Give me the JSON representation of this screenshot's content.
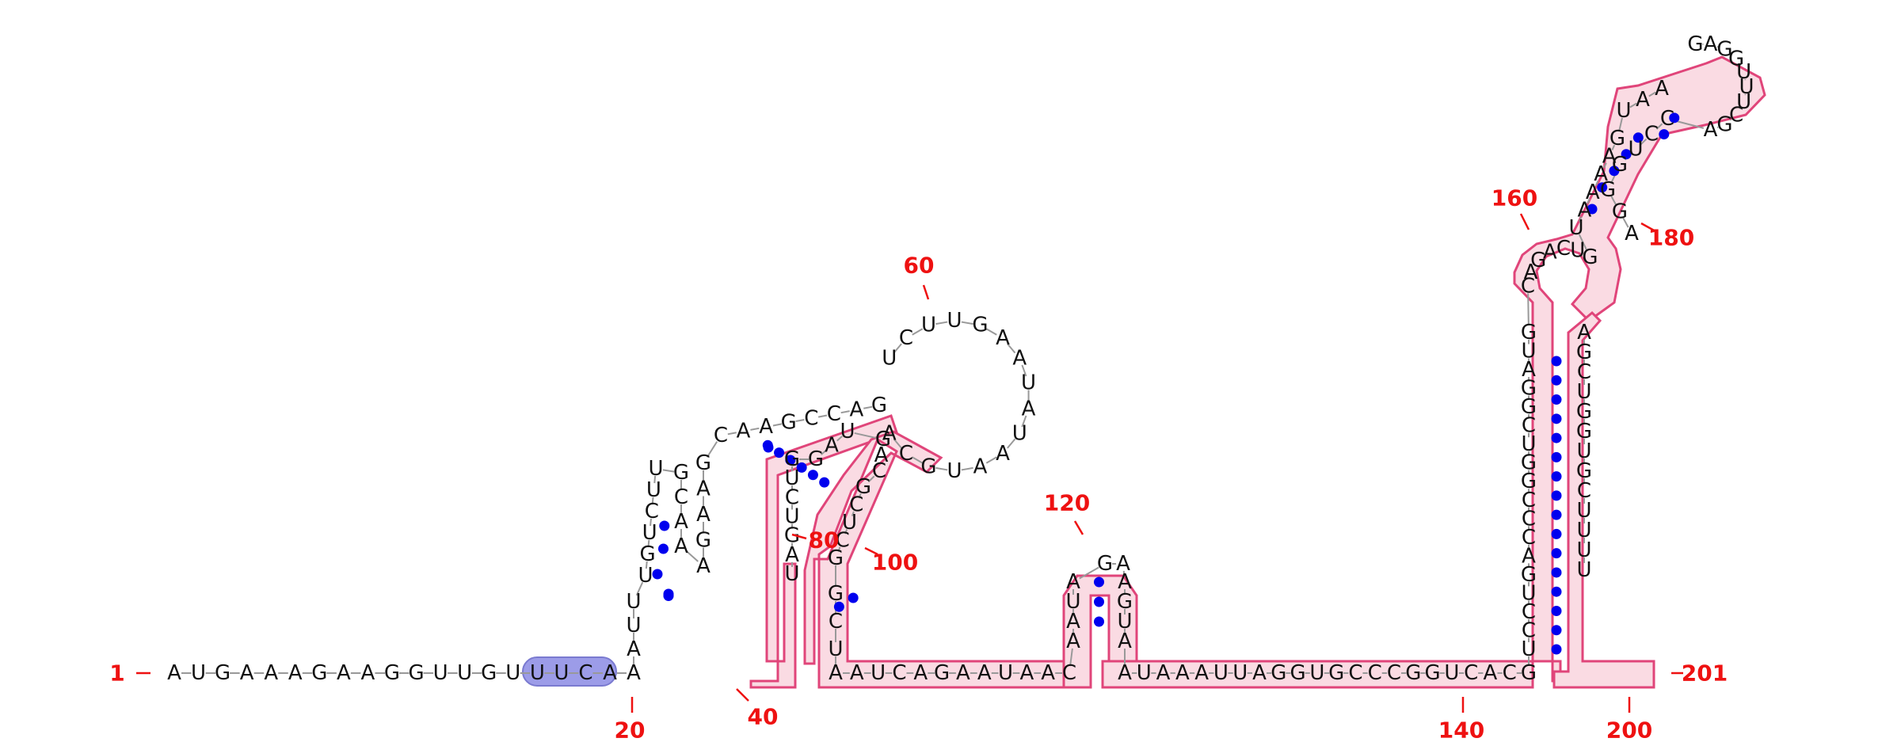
{
  "structure": {
    "sequence": "AUGAAAGAAGGUUGUUUCAAAUUUGUCUUGCAAAGAAGCAAGCCAGUCUUGAAUAUAAUGCAUAGUCUGGAUGACGCUCGGCUAAUCAGAAUAACAAUAGAAGUAAUAAAUUAGGUGCCCGGUCACGUCCUGACCCGGUCGGAUGCAGACUGUAAAAGUAAGAGGUUUCGACCUGGGAAGCUGGUGCUUUU",
    "numbering": [
      {
        "label": "1"
      },
      {
        "label": "20"
      },
      {
        "label": "40"
      },
      {
        "label": "60"
      },
      {
        "label": "80"
      },
      {
        "label": "100"
      },
      {
        "label": "120"
      },
      {
        "label": "140"
      },
      {
        "label": "160"
      },
      {
        "label": "180"
      },
      {
        "label": "200"
      },
      {
        "label": "201"
      }
    ],
    "colors": {
      "nucleotide": "#111111",
      "backbone": "#999999",
      "base_pair": "#0000ee",
      "numbering": "#ee1111",
      "highlight_fill": "#fadbe3",
      "highlight_stroke": "#e0457a",
      "motif_fill": "#9c9ce8",
      "motif_stroke": "#7a7ad0"
    }
  }
}
